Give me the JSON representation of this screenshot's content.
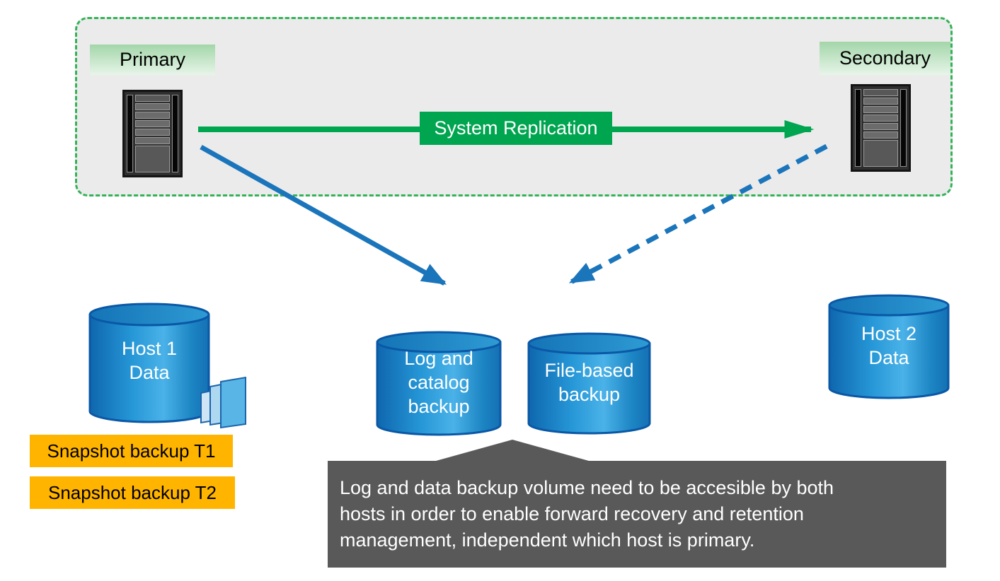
{
  "colors": {
    "green_accent": "#00a550",
    "green_dash": "#33b357",
    "group_bg": "#ebebeb",
    "label_grad_top": "#a3d6a9",
    "label_grad_bottom": "#e7f5e9",
    "blue_arrow": "#1b75bb",
    "cyl_border": "#0a58a6",
    "gold": "#ffb400",
    "callout_bg": "#595959"
  },
  "icons": {
    "primary_server": "server-rack-icon",
    "secondary_server": "server-rack-icon",
    "snapshot_pages": "stacked-pages-icon"
  },
  "replication_group": {
    "primary_label": "Primary",
    "secondary_label": "Secondary",
    "arrow_label": "System Replication"
  },
  "storage": {
    "host1": "Host 1\nData",
    "log_catalog": "Log and\ncatalog\nbackup",
    "file_based": "File-based\nbackup",
    "host2": "Host 2\nData"
  },
  "snapshots": {
    "t1": "Snapshot backup T1",
    "t2": "Snapshot backup T2"
  },
  "callout": {
    "text": "Log and data backup volume need to be accesible by both\nhosts in order to enable forward recovery and retention\nmanagement, independent which host is primary."
  }
}
